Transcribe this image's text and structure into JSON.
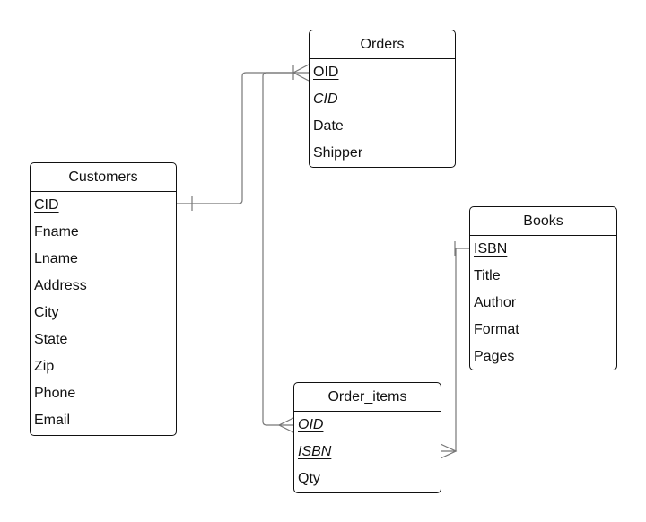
{
  "entities": {
    "orders": {
      "title": "Orders",
      "attributes": [
        {
          "name": "OID",
          "pk": true,
          "fk": false
        },
        {
          "name": "CID",
          "pk": false,
          "fk": true
        },
        {
          "name": "Date",
          "pk": false,
          "fk": false
        },
        {
          "name": "Shipper",
          "pk": false,
          "fk": false
        }
      ]
    },
    "customers": {
      "title": "Customers",
      "attributes": [
        {
          "name": "CID",
          "pk": true,
          "fk": false
        },
        {
          "name": "Fname",
          "pk": false,
          "fk": false
        },
        {
          "name": "Lname",
          "pk": false,
          "fk": false
        },
        {
          "name": "Address",
          "pk": false,
          "fk": false
        },
        {
          "name": "City",
          "pk": false,
          "fk": false
        },
        {
          "name": "State",
          "pk": false,
          "fk": false
        },
        {
          "name": "Zip",
          "pk": false,
          "fk": false
        },
        {
          "name": "Phone",
          "pk": false,
          "fk": false
        },
        {
          "name": "Email",
          "pk": false,
          "fk": false
        }
      ]
    },
    "books": {
      "title": "Books",
      "attributes": [
        {
          "name": "ISBN",
          "pk": true,
          "fk": false
        },
        {
          "name": "Title",
          "pk": false,
          "fk": false
        },
        {
          "name": "Author",
          "pk": false,
          "fk": false
        },
        {
          "name": "Format",
          "pk": false,
          "fk": false
        },
        {
          "name": "Pages",
          "pk": false,
          "fk": false
        }
      ]
    },
    "order_items": {
      "title": "Order_items",
      "attributes": [
        {
          "name": "OID",
          "pk": true,
          "fk": true
        },
        {
          "name": "ISBN",
          "pk": true,
          "fk": true
        },
        {
          "name": "Qty",
          "pk": false,
          "fk": false
        }
      ]
    }
  },
  "relationships": [
    {
      "from": "Customers.CID",
      "to": "Orders.CID",
      "from_cardinality": "one",
      "to_cardinality": "one-or-many"
    },
    {
      "from": "Orders.OID",
      "to": "Order_items.OID",
      "from_cardinality": "one",
      "to_cardinality": "many"
    },
    {
      "from": "Books.ISBN",
      "to": "Order_items.ISBN",
      "from_cardinality": "one",
      "to_cardinality": "many"
    }
  ],
  "colors": {
    "entity_border": "#111111",
    "link": "#777777"
  }
}
